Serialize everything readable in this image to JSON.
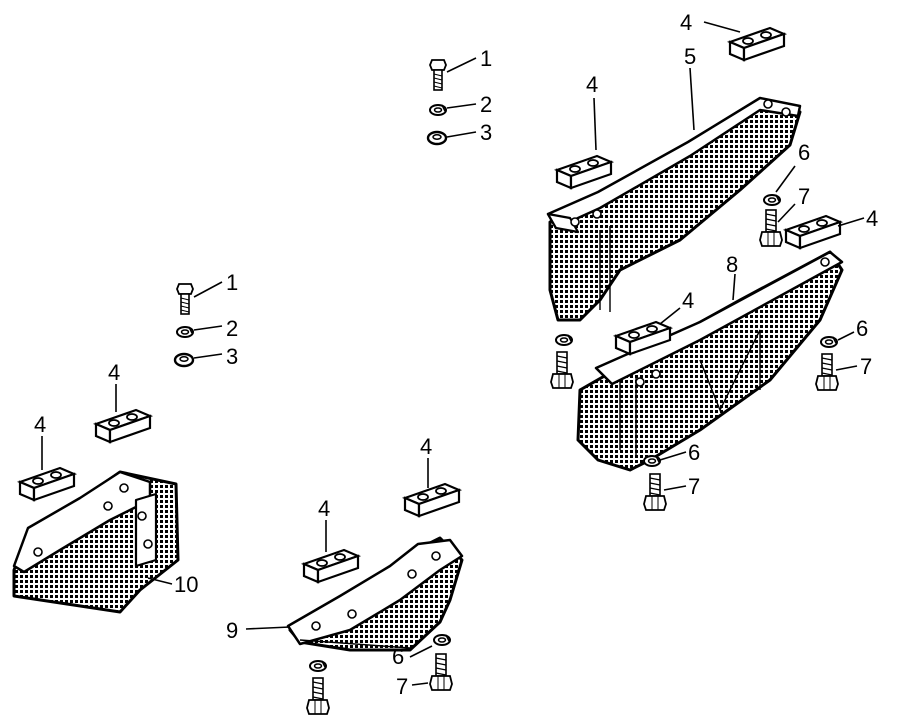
{
  "callouts": {
    "bolt": "1",
    "spring_washer": "2",
    "flat_washer": "3",
    "spacer_block": "4",
    "upper_guard": "5",
    "lock_washer": "6",
    "screw": "7",
    "lower_guard": "8",
    "front_guard": "9",
    "side_guard": "10"
  },
  "colors": {
    "ink": "#000000",
    "paper": "#ffffff"
  },
  "icons": {
    "bolt": "hex-bolt-icon",
    "washer": "washer-icon",
    "block": "spacer-block-icon"
  }
}
